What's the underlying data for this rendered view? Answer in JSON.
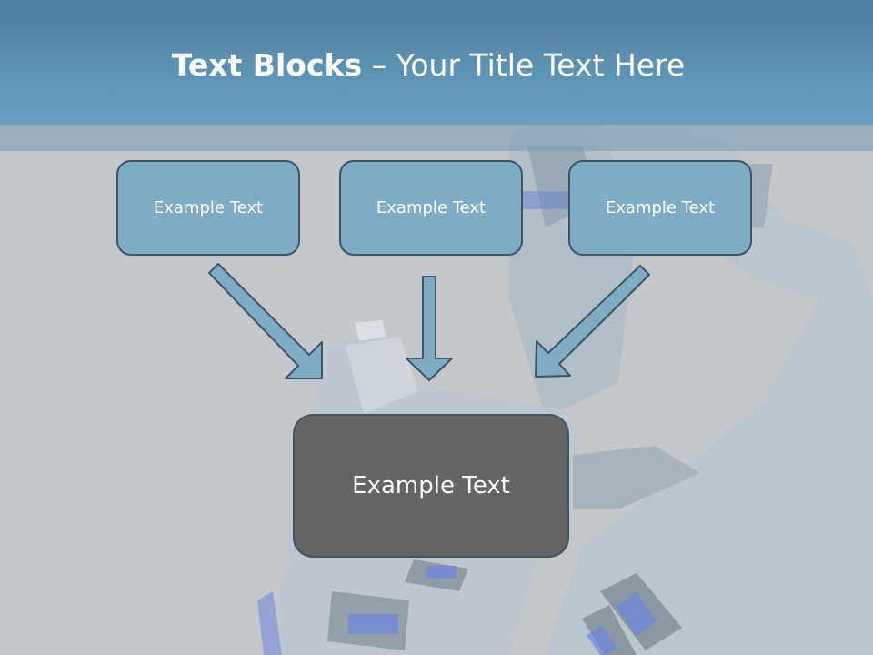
{
  "slide": {
    "title_bold": "Text Blocks",
    "title_dash": " – ",
    "title_rest": "Your Title Text Here"
  },
  "blocks": [
    "Example Text",
    "Example Text",
    "Example Text"
  ],
  "main_block": "Example Text",
  "colors": {
    "title_band": "#5e92b3",
    "block_fill": "#7fabc4",
    "main_fill": "#646464",
    "arrow_fill": "#7fabc4",
    "border": "#3e5564",
    "background": "#c4c7cb"
  },
  "icons": [
    "down-right-arrow",
    "down-arrow",
    "down-left-arrow"
  ]
}
